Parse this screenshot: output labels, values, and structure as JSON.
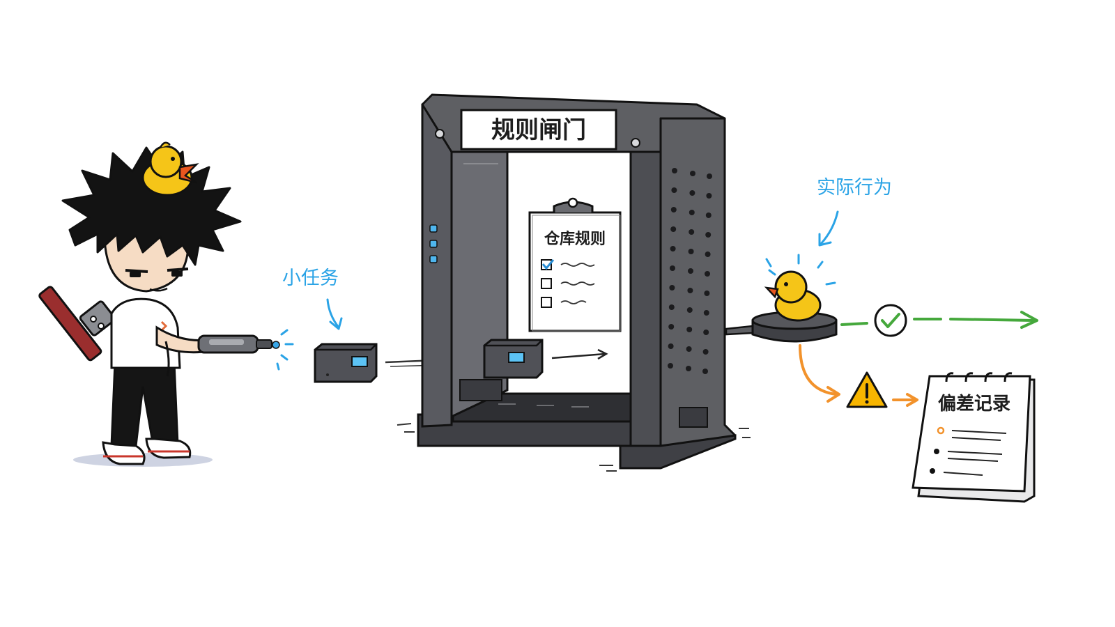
{
  "gate": {
    "sign": "规则闸门",
    "clipboard_title": "仓库规则"
  },
  "labels": {
    "small_task": "小任务",
    "actual_behavior": "实际行为"
  },
  "log": {
    "title": "偏差记录"
  },
  "colors": {
    "ok_path": "#45a83c",
    "deviation_path": "#f2922b",
    "annotation": "#2aa3e6",
    "gate_body": "#5e5f63",
    "duck": "#f5c518",
    "warning": "#f7b500"
  },
  "icons": {
    "pass": "check-circle-icon",
    "deviation": "warning-triangle-icon"
  }
}
